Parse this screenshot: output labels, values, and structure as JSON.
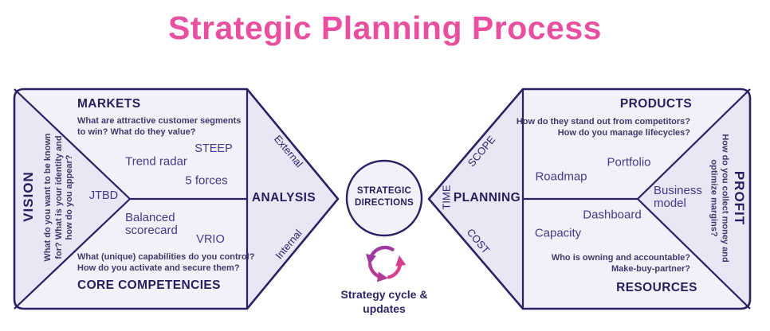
{
  "title": "Strategic Planning Process",
  "center": {
    "circle_label": "STRATEGIC\nDIRECTIONS",
    "caption": "Strategy cycle &\nupdates"
  },
  "left": {
    "vision": {
      "label": "VISION",
      "question": "What do you want to be known\nfor? What is your identity and\nhow do you appear?"
    },
    "markets": {
      "label": "MARKETS",
      "question": "What are attractive customer segments\nto win? What do they value?",
      "tools": [
        "STEEP",
        "Trend radar",
        "5 forces",
        "JTBD"
      ]
    },
    "core": {
      "label": "CORE COMPETENCIES",
      "question": "What (unique) capabilities do you control?\nHow do you activate and secure them?",
      "tools": [
        "Balanced\nscorecard",
        "VRIO"
      ]
    },
    "analysis": {
      "label": "ANALYSIS",
      "edge_top": "External",
      "edge_bottom": "Internal"
    }
  },
  "right": {
    "planning": {
      "label": "PLANNING",
      "edge_top": "SCOPE",
      "edge_apex": "TIME",
      "edge_bottom": "COST"
    },
    "products": {
      "label": "PRODUCTS",
      "question": "How do they stand out from competitors?\nHow do you manage lifecycles?",
      "tools": [
        "Portfolio",
        "Roadmap",
        "Business\nmodel"
      ]
    },
    "resources": {
      "label": "RESOURCES",
      "question": "Who is owning and accountable?\nMake-buy-partner?",
      "tools": [
        "Dashboard",
        "Capacity"
      ]
    },
    "profit": {
      "label": "PROFIT",
      "question": "How do you collect money and\noptimize margins?"
    }
  },
  "colors": {
    "title_pink": "#e84f9f",
    "outline_navy": "#2a2262",
    "heading_navy": "#261f5c",
    "tool_indigo": "#423a86",
    "question_navy": "#3f3a68",
    "fill_light": "#f2f1fa",
    "fill_mid": "#e9e6f5",
    "arrow_purple": "#9c3a9e",
    "arrow_pink": "#d8408f"
  },
  "icons": {
    "cycle": "cycle-arrows-icon"
  }
}
